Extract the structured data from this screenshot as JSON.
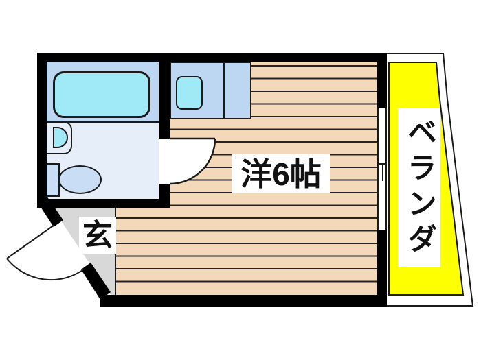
{
  "plan": {
    "labels": {
      "main_room": "洋6帖",
      "entrance": "玄",
      "veranda": "ベランダ"
    },
    "colors": {
      "wall": "#000000",
      "floor_board": "#f4d8ba",
      "floor_line": "#242424",
      "veranda_yellow": "#feff00",
      "bath_zone_blue": "#bdd7f2",
      "bath_pale_blue": "#e5eef9",
      "fixture_cyan": "#9feaf6",
      "toilet_blue": "#c9def4",
      "genkan_gray": "#d8d8d8"
    },
    "fixtures": [
      "bathtub",
      "washbasin",
      "toilet",
      "kitchen-counter",
      "kitchen-sink",
      "sliding-window",
      "entrance-door",
      "bathroom-door",
      "veranda"
    ]
  }
}
